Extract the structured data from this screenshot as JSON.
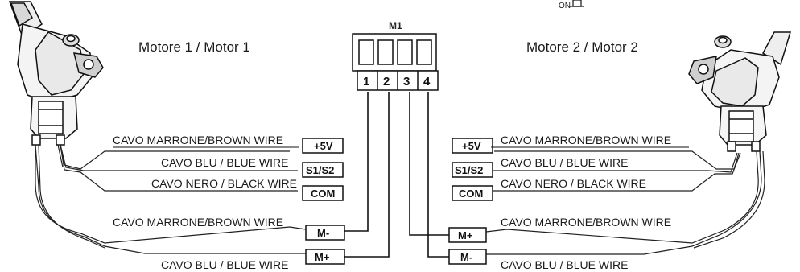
{
  "connector": {
    "title": "M1",
    "pins": [
      "1",
      "2",
      "3",
      "4"
    ]
  },
  "motor_left": {
    "title": "Motore 1 / Motor 1",
    "encoder_wires": [
      {
        "label": "CAVO MARRONE/BROWN WIRE",
        "terminal": "+5V"
      },
      {
        "label": "CAVO BLU / BLUE WIRE",
        "terminal": "S1/S2"
      },
      {
        "label": "CAVO NERO / BLACK WIRE",
        "terminal": "COM"
      }
    ],
    "power_wires": [
      {
        "label": "CAVO MARRONE/BROWN WIRE",
        "terminal": "M-"
      },
      {
        "label": "CAVO BLU / BLUE WIRE",
        "terminal": "M+"
      }
    ]
  },
  "motor_right": {
    "title": "Motore 2 / Motor 2",
    "encoder_wires": [
      {
        "label": "CAVO MARRONE/BROWN WIRE",
        "terminal": "+5V"
      },
      {
        "label": "CAVO BLU / BLUE WIRE",
        "terminal": "S1/S2"
      },
      {
        "label": "CAVO NERO / BLACK WIRE",
        "terminal": "COM"
      }
    ],
    "power_wires": [
      {
        "label": "CAVO MARRONE/BROWN WIRE",
        "terminal": "M+"
      },
      {
        "label": "CAVO BLU / BLUE WIRE",
        "terminal": "M-"
      }
    ]
  },
  "corner_mark": "ON"
}
